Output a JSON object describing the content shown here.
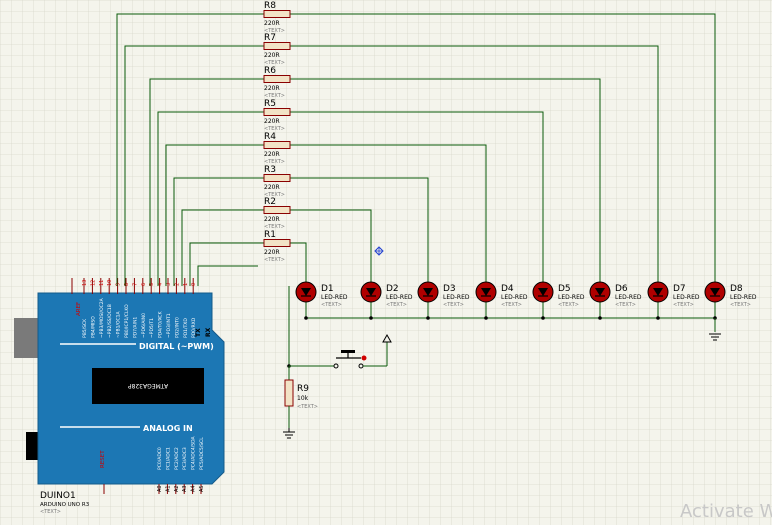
{
  "resistors": [
    {
      "name": "R1",
      "value": "220R",
      "text": "<TEXT>"
    },
    {
      "name": "R2",
      "value": "220R",
      "text": "<TEXT>"
    },
    {
      "name": "R3",
      "value": "220R",
      "text": "<TEXT>"
    },
    {
      "name": "R4",
      "value": "220R",
      "text": "<TEXT>"
    },
    {
      "name": "R5",
      "value": "220R",
      "text": "<TEXT>"
    },
    {
      "name": "R6",
      "value": "220R",
      "text": "<TEXT>"
    },
    {
      "name": "R7",
      "value": "220R",
      "text": "<TEXT>"
    },
    {
      "name": "R8",
      "value": "220R",
      "text": "<TEXT>"
    }
  ],
  "leds": [
    {
      "name": "D1",
      "type": "LED-RED",
      "text": "<TEXT>"
    },
    {
      "name": "D2",
      "type": "LED-RED",
      "text": "<TEXT>"
    },
    {
      "name": "D3",
      "type": "LED-RED",
      "text": "<TEXT>"
    },
    {
      "name": "D4",
      "type": "LED-RED",
      "text": "<TEXT>"
    },
    {
      "name": "D5",
      "type": "LED-RED",
      "text": "<TEXT>"
    },
    {
      "name": "D6",
      "type": "LED-RED",
      "text": "<TEXT>"
    },
    {
      "name": "D7",
      "type": "LED-RED",
      "text": "<TEXT>"
    },
    {
      "name": "D8",
      "type": "LED-RED",
      "text": "<TEXT>"
    }
  ],
  "r9": {
    "name": "R9",
    "value": "10k",
    "text": "<TEXT>"
  },
  "arduino": {
    "ref": "DUINO1",
    "model": "ARDUINO UNO R3",
    "text": "<TEXT>",
    "digital_label": "DIGITAL (~PWM)",
    "analog_label": "ANALOG IN",
    "aref_label": "AREF",
    "reset_label": "RESET",
    "chip_label": "ATMEGA328P",
    "tx_label": "TX",
    "rx_label": "RX",
    "digital_pins": [
      "13",
      "12",
      "11",
      "10",
      "9",
      "8",
      "7",
      "6",
      "5",
      "4",
      "3",
      "2",
      "1",
      "0"
    ],
    "digital_pin_names": [
      "PB5/SCK",
      "PB4/MISO",
      "~PB3/MOSI/OC2A",
      "~PB2/SS/OC1B",
      "~PB1/OC1A",
      "PB0/ICP1/CLKO",
      "PD7/AIN1",
      "~PD6/AIN0",
      "~PD5/T1",
      "PD4/T0/XCK",
      "~PD3/INT1",
      "PD2/INT0",
      "PD1/TXD",
      "PD0/RXD"
    ],
    "analog_pins": [
      "A0",
      "A1",
      "A2",
      "A3",
      "A4",
      "A5"
    ],
    "analog_pin_names": [
      "PC0/ADC0",
      "PC1/ADC1",
      "PC2/ADC2",
      "PC3/ADC3",
      "PC4/ADC4/SDA",
      "PC5/ADC5/SCL"
    ]
  },
  "watermark": "Activate W",
  "colors": {
    "background": "#f4f4ec",
    "grid": "#d9d9cc",
    "wire": "#0a5a0a",
    "board": "#1c77b4",
    "led_fill": "#b00000",
    "resistor_fill": "#f2e3c6",
    "resistor_stroke": "#8a0000"
  }
}
